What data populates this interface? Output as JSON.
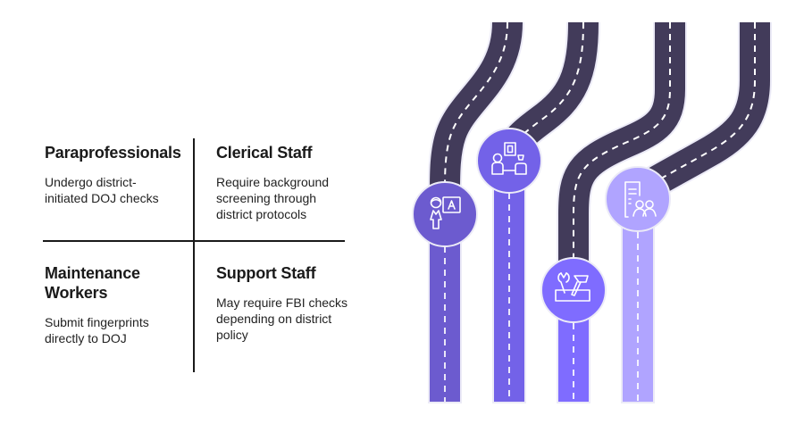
{
  "categories": [
    {
      "title": "Paraprofessionals",
      "description": "Undergo district-initiated DOJ checks"
    },
    {
      "title": "Clerical Staff",
      "description": "Require background screening through district protocols"
    },
    {
      "title": "Maintenance Workers",
      "description": "Submit fingerprints directly to DOJ"
    },
    {
      "title": "Support Staff",
      "description": "May require FBI checks depending on district policy"
    }
  ],
  "roads": [
    {
      "icon": "teacher-icon",
      "color": "#6c5bcf"
    },
    {
      "icon": "interview-icon",
      "color": "#7362e8"
    },
    {
      "icon": "tools-icon",
      "color": "#7f6cff"
    },
    {
      "icon": "document-people-icon",
      "color": "#b0a4ff"
    }
  ],
  "colors": {
    "road_dark": "#423b5a",
    "road_edge": "#ecebf7",
    "dash": "#ffffff",
    "text": "#1a1a1a"
  }
}
